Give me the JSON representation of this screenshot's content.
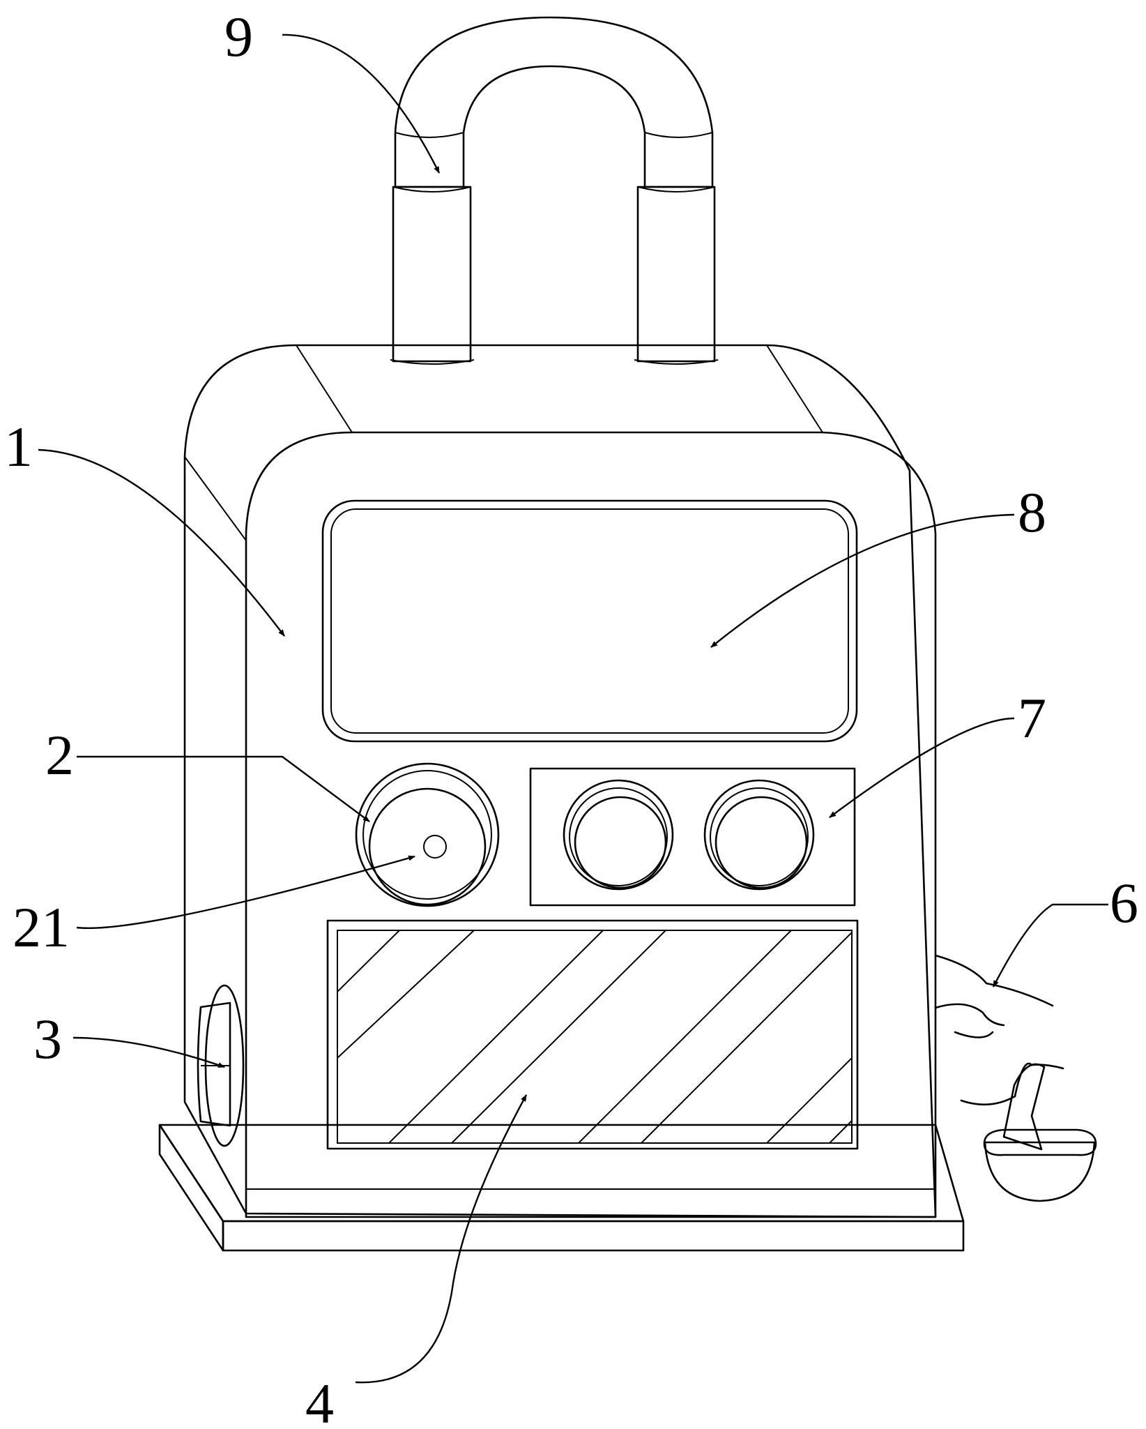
{
  "figure": {
    "callouts": [
      {
        "id": "label-1",
        "text": "1"
      },
      {
        "id": "label-2",
        "text": "2"
      },
      {
        "id": "label-21",
        "text": "21"
      },
      {
        "id": "label-3",
        "text": "3"
      },
      {
        "id": "label-4",
        "text": "4"
      },
      {
        "id": "label-6",
        "text": "6"
      },
      {
        "id": "label-7",
        "text": "7"
      },
      {
        "id": "label-8",
        "text": "8"
      },
      {
        "id": "label-9",
        "text": "9"
      }
    ]
  }
}
